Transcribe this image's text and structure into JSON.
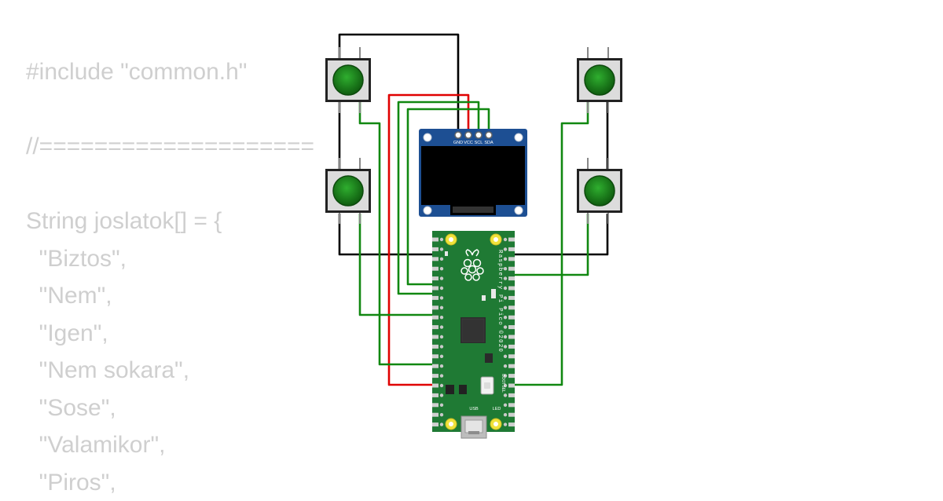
{
  "code_lines": [
    "#include \"common.h\"",
    "",
    "//====================",
    "",
    "String joslatok[] = {",
    "  \"Biztos\",",
    "  \"Nem\",",
    "  \"Igen\",",
    "  \"Nem sokara\",",
    "  \"Sose\",",
    "  \"Valamikor\",",
    "  \"Piros\","
  ],
  "oled": {
    "pin_labels": [
      "GND",
      "VCC",
      "SCL",
      "SDA"
    ]
  },
  "pico": {
    "board_label": "Raspberry Pi Pico ©2020",
    "usb_label": "USB",
    "led_label": "LED",
    "bootsel_label": "BOOTSEL"
  },
  "colors": {
    "wire_black": "#000000",
    "wire_red": "#e00000",
    "wire_green": "#118811",
    "button_cap": "#1f8a1f",
    "oled_pcb": "#1d4f93",
    "pico_pcb": "#1f7a34"
  },
  "buttons": [
    {
      "name": "button-top-left"
    },
    {
      "name": "button-bottom-left"
    },
    {
      "name": "button-top-right"
    },
    {
      "name": "button-bottom-right"
    }
  ]
}
